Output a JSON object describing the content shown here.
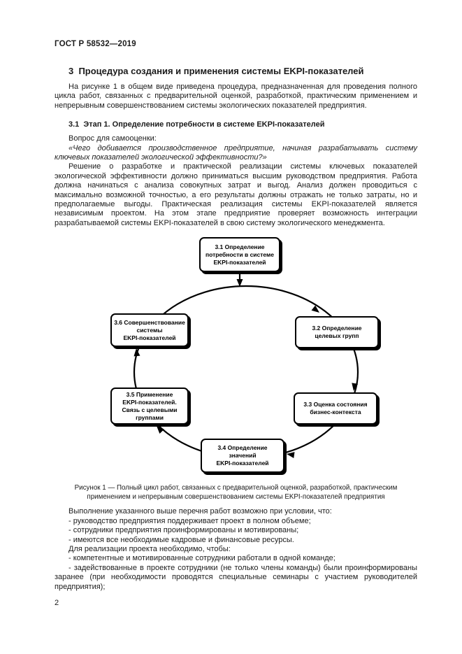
{
  "page": {
    "header": "ГОСТ Р 58532—2019",
    "number": "2"
  },
  "section": {
    "title": "3  Процедура создания и применения системы EKPI-показателей",
    "intro": "На рисунке 1 в общем виде приведена процедура, предназначенная для проведения полного цикла работ, связанных с предварительной оценкой, разработкой, практическим применением и непрерывным совершенствованием системы экологических показателей предприятия.",
    "subsection": {
      "title": "3.1  Этап 1. Определение потребности в системе EKPI-показателей",
      "self_check_label": "Вопрос для самооценки:",
      "quote": "«Чего добивается производственное предприятие, начиная разрабатывать систему ключевых показателей экологической эффективности?»",
      "body": "Решение о разработке и практической реализации системы ключевых показателей экологической эффективности должно приниматься высшим руководством предприятия. Работа должна начинаться с анализа совокупных затрат и выгод. Анализ должен проводиться с максимально возможной точностью, а его результаты должны отражать не только затраты, но и предполагаемые выгоды. Практическая реализация системы EKPI-показателей является независимым проектом. На этом этапе предприятие проверяет возможность интеграции разрабатываемой системы EKPI-показателей в свою систему экологического менеджмента."
    }
  },
  "figure": {
    "nodes": {
      "n31": "3.1 Определение\nпотребности в системе\nEKPI-показателей",
      "n32": "3.2 Определение\nцелевых групп",
      "n33": "3.3 Оценка состояния\nбизнес-контекста",
      "n34": "3.4 Определение\nзначений\nEKPI-показателей",
      "n35": "3.5 Применение\nEKPI-показателей.\nСвязь с целевыми\nгруппами",
      "n36": "3.6 Совершенствование\nсистемы\nEKPI-показателей"
    },
    "caption": "Рисунок 1 — Полный цикл работ, связанных с предварительной оценкой, разработкой, практическим применением и непрерывным совершенствованием системы EKPI-показателей предприятия"
  },
  "conditions": {
    "lead": "Выполнение указанного выше перечня работ возможно при условии, что:",
    "items": [
      "- руководство предприятия поддерживает проект в полном объеме;",
      "- сотрудники предприятия проинформированы и мотивированы;",
      "- имеются все необходимые кадровые и финансовые ресурсы."
    ],
    "lead2": "Для реализации проекта необходимо, чтобы:",
    "items2": [
      "- компетентные и мотивированные сотрудники работали в одной команде;",
      "- задействованные в проекте сотрудники (не только члены команды) были проинформированы заранее (при необходимости проводятся специальные семинары с участием руководителей предприятия);"
    ]
  }
}
